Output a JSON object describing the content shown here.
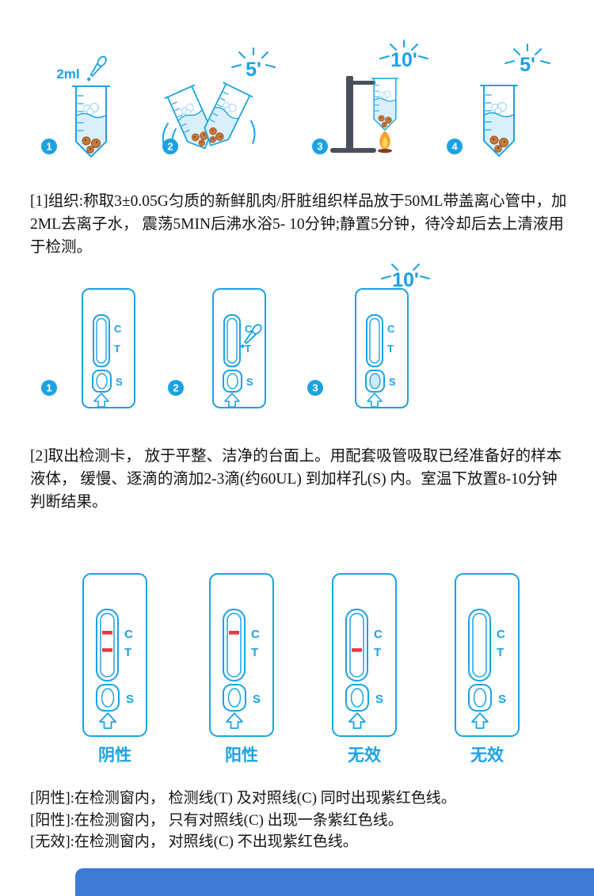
{
  "labels": {
    "c": "C",
    "t": "T",
    "s": "S"
  },
  "colors": {
    "illustration_blue": "#1ba2e3",
    "test_line_red": "#e23b42",
    "footer_blue": "#3e7ad5",
    "flame_orange": "#f6a02d",
    "text": "#141414"
  },
  "section1": {
    "badges": [
      "1",
      "2",
      "3",
      "4"
    ],
    "dropper_volume": "2ml",
    "shake_timer": "5'",
    "boil_timer": "10'",
    "rest_timer": "5'",
    "paragraph": "[1]组织:称取3±0.05G匀质的新鲜肌肉/肝脏组织样品放于50ML带盖离心管中，加2ML去离子水， 震荡5MIN后沸水浴5- 10分钟;静置5分钟，待冷却后去上清液用于检测。"
  },
  "section2": {
    "badges": [
      "1",
      "2",
      "3"
    ],
    "wait_timer": "10'",
    "paragraph": "[2]取出检测卡， 放于平整、洁净的台面上。用配套吸管吸取已经准备好的样本液体， 缓慢、逐滴的滴加2-3滴(约60UL) 到加样孔(S) 内。室温下放置8-10分钟判断结果。"
  },
  "section3": {
    "results": [
      {
        "label": "阴性",
        "lines": [
          "C",
          "T"
        ]
      },
      {
        "label": "阳性",
        "lines": [
          "C"
        ]
      },
      {
        "label": "无效",
        "lines": [
          "T"
        ]
      },
      {
        "label": "无效",
        "lines": []
      }
    ],
    "legend": [
      "[阴性]:在检测窗内， 检测线(T) 及对照线(C) 同时出现紫红色线。",
      "[阳性]:在检测窗内， 只有对照线(C) 出现一条紫红色线。",
      "[无效]:在检测窗内， 对照线(C) 不出现紫红色线。"
    ]
  }
}
